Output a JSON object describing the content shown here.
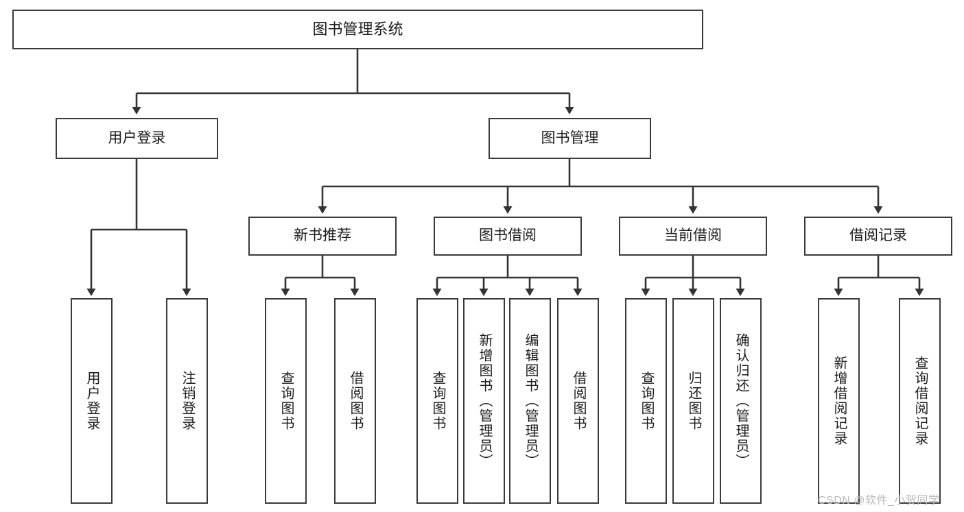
{
  "diagram": {
    "type": "tree",
    "title": "图书管理系统",
    "root": {
      "label": "图书管理系统"
    },
    "level1": [
      {
        "label": "用户登录"
      },
      {
        "label": "图书管理"
      }
    ],
    "level2": [
      {
        "label": "新书推荐"
      },
      {
        "label": "图书借阅"
      },
      {
        "label": "当前借阅"
      },
      {
        "label": "借阅记录"
      }
    ],
    "leaves": {
      "user_login": [
        {
          "label": "用户登录"
        },
        {
          "label": "注销登录"
        }
      ],
      "new_book_recommend": [
        {
          "label": "查询图书"
        },
        {
          "label": "借阅图书"
        }
      ],
      "book_borrow": [
        {
          "label": "查询图书"
        },
        {
          "label": "新增图书（管理员）"
        },
        {
          "label": "编辑图书（管理员）"
        },
        {
          "label": "借阅图书"
        }
      ],
      "current_borrow": [
        {
          "label": "查询图书"
        },
        {
          "label": "归还图书"
        },
        {
          "label": "确认归还（管理员）"
        }
      ],
      "borrow_record": [
        {
          "label": "新增借阅记录"
        },
        {
          "label": "查询借阅记录"
        }
      ]
    }
  },
  "watermark": {
    "text": "CSDN @软件_小贺同学"
  },
  "colors": {
    "box_border": "#3a3a3a",
    "box_fill": "#ffffff",
    "text": "#1d1d1d",
    "connector": "#333333",
    "watermark": "#b9b9b9",
    "background": "#ffffff"
  }
}
